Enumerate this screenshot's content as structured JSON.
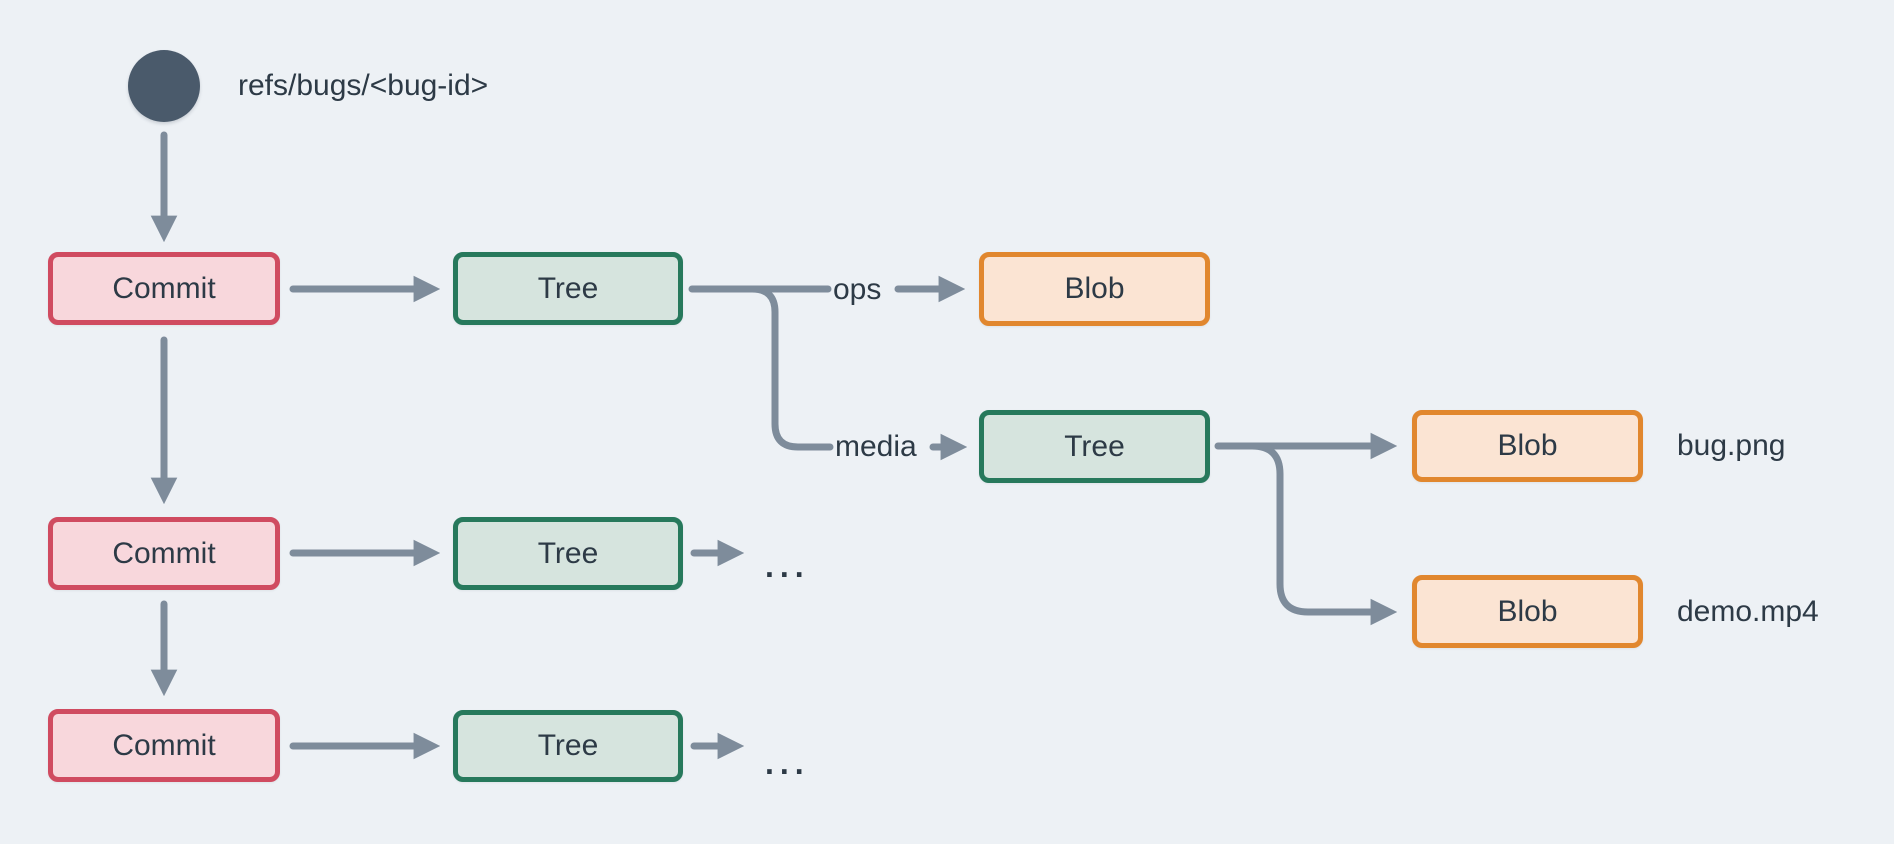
{
  "palette": {
    "background": "#EDF1F5",
    "text": "#2D3A46",
    "arrow": "#7E8C9B",
    "refCircle": "#4A5A6B",
    "commitFill": "#F8D7DC",
    "commitBorder": "#D04B60",
    "treeFill": "#D6E4DE",
    "treeBorder": "#27795C",
    "blobFill": "#FBE4D3",
    "blobBorder": "#E1872E"
  },
  "ref": {
    "label": "refs/bugs/<bug-id>"
  },
  "nodes": [
    {
      "id": "commit-1",
      "type": "commit",
      "label": "Commit"
    },
    {
      "id": "tree-1",
      "type": "tree",
      "label": "Tree"
    },
    {
      "id": "blob-ops",
      "type": "blob",
      "label": "Blob"
    },
    {
      "id": "tree-media",
      "type": "tree",
      "label": "Tree"
    },
    {
      "id": "blob-bug",
      "type": "blob",
      "label": "Blob"
    },
    {
      "id": "blob-demo",
      "type": "blob",
      "label": "Blob"
    },
    {
      "id": "commit-2",
      "type": "commit",
      "label": "Commit"
    },
    {
      "id": "tree-2",
      "type": "tree",
      "label": "Tree"
    },
    {
      "id": "commit-3",
      "type": "commit",
      "label": "Commit"
    },
    {
      "id": "tree-3",
      "type": "tree",
      "label": "Tree"
    }
  ],
  "edge_labels": {
    "ops": "ops",
    "media": "media"
  },
  "file_labels": {
    "bug": "bug.png",
    "demo": "demo.mp4"
  },
  "ellipsis": {
    "row2": "...",
    "row3": "..."
  }
}
